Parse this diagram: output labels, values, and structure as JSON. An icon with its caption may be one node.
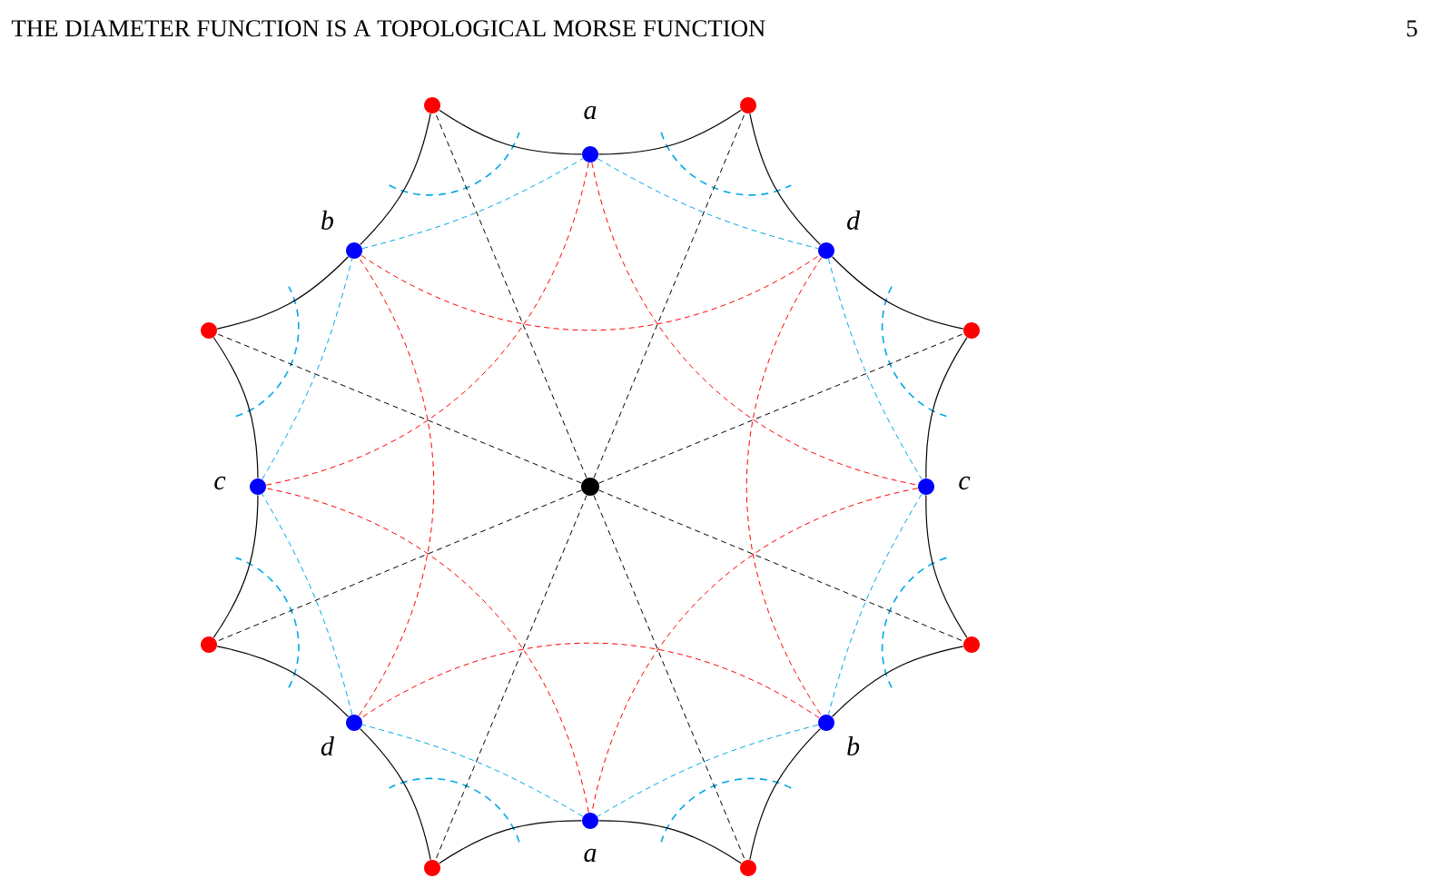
{
  "diagram": {
    "nodes": [
      {
        "text": [],
        "shape": "circle"
      },
      {
        "text": [],
        "shape": "circle"
      },
      {
        "text": [],
        "shape": "circle"
      },
      {
        "text": [],
        "shape": "circle"
      },
      {
        "text": [],
        "shape": "circle"
      },
      {
        "text": [],
        "shape": "circle"
      },
      {
        "text": [],
        "shape": "circle"
      },
      {
        "text": [],
        "shape": "circle"
      },
      {
        "text": [],
        "shape": "circle"
      },
      {
        "text": [],
        "shape": "circle",
        "beside": [
          "a"
        ]
      },
      {
        "text": [],
        "shape": "circle",
        "beside": [
          "d"
        ]
      },
      {
        "text": [],
        "shape": "circle",
        "beside": [
          "c"
        ]
      },
      {
        "text": [],
        "shape": "circle",
        "beside": [
          "b"
        ]
      },
      {
        "text": [],
        "shape": "circle",
        "beside": [
          "a"
        ]
      },
      {
        "text": [],
        "shape": "circle",
        "beside": [
          "d"
        ]
      },
      {
        "text": [],
        "shape": "circle",
        "beside": [
          "c"
        ]
      },
      {
        "text": [],
        "shape": "circle",
        "beside": [
          "b"
        ]
      }
    ],
    "edges": [
      {
        "from": 1,
        "to": 9,
        "arrow": "none"
      },
      {
        "from": 9,
        "to": 2,
        "arrow": "none"
      },
      {
        "from": 2,
        "to": 10,
        "arrow": "none"
      },
      {
        "from": 10,
        "to": 3,
        "arrow": "none"
      },
      {
        "from": 3,
        "to": 11,
        "arrow": "none"
      },
      {
        "from": 11,
        "to": 4,
        "arrow": "none"
      },
      {
        "from": 4,
        "to": 12,
        "arrow": "none"
      },
      {
        "from": 12,
        "to": 5,
        "arrow": "none"
      },
      {
        "from": 5,
        "to": 13,
        "arrow": "none"
      },
      {
        "from": 13,
        "to": 6,
        "arrow": "none"
      },
      {
        "from": 6,
        "to": 14,
        "arrow": "none"
      },
      {
        "from": 14,
        "to": 7,
        "arrow": "none"
      },
      {
        "from": 7,
        "to": 15,
        "arrow": "none"
      },
      {
        "from": 15,
        "to": 8,
        "arrow": "none"
      },
      {
        "from": 8,
        "to": 16,
        "arrow": "none"
      },
      {
        "from": 16,
        "to": 1,
        "arrow": "none"
      },
      {
        "from": 0,
        "to": 1,
        "arrow": "none",
        "style": "dashed"
      },
      {
        "from": 0,
        "to": 2,
        "arrow": "none",
        "style": "dashed"
      },
      {
        "from": 0,
        "to": 3,
        "arrow": "none",
        "style": "dashed"
      },
      {
        "from": 0,
        "to": 4,
        "arrow": "none",
        "style": "dashed"
      },
      {
        "from": 0,
        "to": 5,
        "arrow": "none",
        "style": "dashed"
      },
      {
        "from": 0,
        "to": 6,
        "arrow": "none",
        "style": "dashed"
      },
      {
        "from": 0,
        "to": 7,
        "arrow": "none",
        "style": "dashed"
      },
      {
        "from": 0,
        "to": 8,
        "arrow": "none",
        "style": "dashed"
      },
      {
        "from": 9,
        "to": 10,
        "arrow": "none",
        "style": "dashed",
        "color": "#00a8e8"
      },
      {
        "from": 10,
        "to": 11,
        "arrow": "none",
        "style": "dashed",
        "color": "#00a8e8"
      },
      {
        "from": 11,
        "to": 12,
        "arrow": "none",
        "style": "dashed",
        "color": "#00a8e8"
      },
      {
        "from": 12,
        "to": 13,
        "arrow": "none",
        "style": "dashed",
        "color": "#00a8e8"
      },
      {
        "from": 13,
        "to": 14,
        "arrow": "none",
        "style": "dashed",
        "color": "#00a8e8"
      },
      {
        "from": 14,
        "to": 15,
        "arrow": "none",
        "style": "dashed",
        "color": "#00a8e8"
      },
      {
        "from": 15,
        "to": 16,
        "arrow": "none",
        "style": "dashed",
        "color": "#00a8e8"
      },
      {
        "from": 16,
        "to": 9,
        "arrow": "none",
        "style": "dashed",
        "color": "#00a8e8"
      },
      {
        "from": 9,
        "to": 11,
        "arrow": "none",
        "style": "dashed",
        "color": "#ff0000"
      },
      {
        "from": 10,
        "to": 12,
        "arrow": "none",
        "style": "dashed",
        "color": "#ff0000"
      },
      {
        "from": 11,
        "to": 13,
        "arrow": "none",
        "style": "dashed",
        "color": "#ff0000"
      },
      {
        "from": 12,
        "to": 14,
        "arrow": "none",
        "style": "dashed",
        "color": "#ff0000"
      },
      {
        "from": 13,
        "to": 15,
        "arrow": "none",
        "style": "dashed",
        "color": "#ff0000"
      },
      {
        "from": 14,
        "to": 16,
        "arrow": "none",
        "style": "dashed",
        "color": "#ff0000"
      },
      {
        "from": 15,
        "to": 9,
        "arrow": "none",
        "style": "dashed",
        "color": "#ff0000"
      },
      {
        "from": 16,
        "to": 10,
        "arrow": "none",
        "style": "dashed",
        "color": "#ff0000"
      }
    ],
    "labels": [
      "THE DIAMETER FUNCTION IS A TOPOLOGICAL MORSE FUNCTION",
      "5"
    ]
  }
}
